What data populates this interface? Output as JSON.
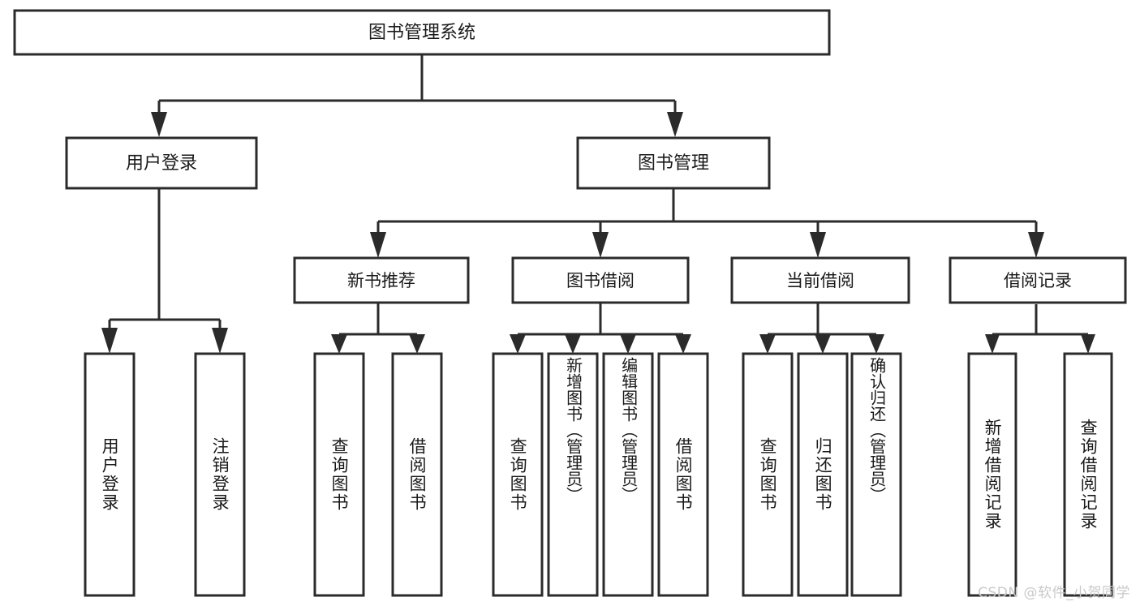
{
  "diagram": {
    "title": "图书管理系统",
    "root": {
      "label": "图书管理系统"
    },
    "level2": [
      {
        "label": "用户登录"
      },
      {
        "label": "图书管理"
      }
    ],
    "level3": [
      {
        "label": "新书推荐"
      },
      {
        "label": "图书借阅"
      },
      {
        "label": "当前借阅"
      },
      {
        "label": "借阅记录"
      }
    ],
    "leaves": {
      "user_login": [
        {
          "label": "用户登录"
        },
        {
          "label": "注销登录"
        }
      ],
      "new_book_recommend": [
        {
          "label": "查询图书"
        },
        {
          "label": "借阅图书"
        }
      ],
      "book_borrow": [
        {
          "label": "查询图书"
        },
        {
          "label": "新增图书（管理员）"
        },
        {
          "label": "编辑图书（管理员）"
        },
        {
          "label": "借阅图书"
        }
      ],
      "current_borrow": [
        {
          "label": "查询图书"
        },
        {
          "label": "归还图书"
        },
        {
          "label": "确认归还（管理员）"
        }
      ],
      "borrow_record": [
        {
          "label": "新增借阅记录"
        },
        {
          "label": "查询借阅记录"
        }
      ]
    }
  },
  "watermark": {
    "text": "CSDN @软件_小贺同学"
  },
  "colors": {
    "stroke": "#2b2b2b",
    "box_fill": "#ffffff",
    "text": "#1a1a1a",
    "watermark": "#c9c9c9",
    "background": "#ffffff"
  }
}
